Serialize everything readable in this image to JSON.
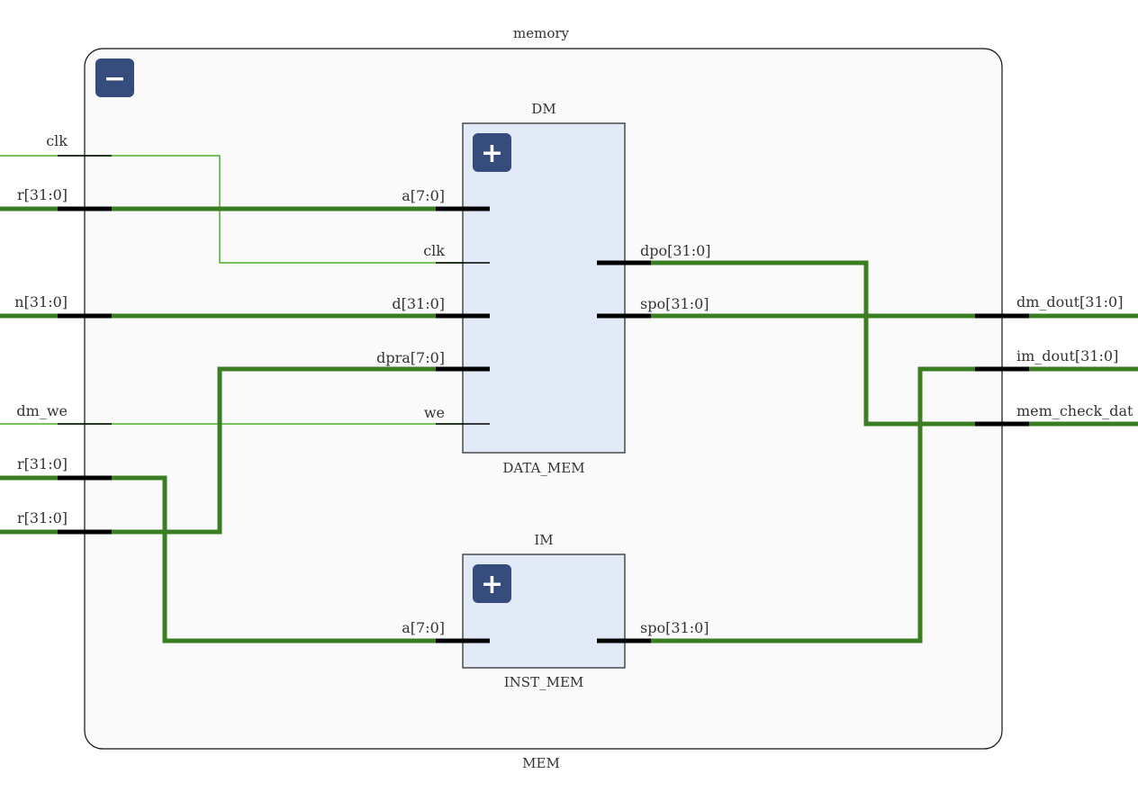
{
  "outer": {
    "title": "memory",
    "name": "MEM",
    "collapse_symbol": "−"
  },
  "dm": {
    "title": "DM",
    "name": "DATA_MEM",
    "expand_symbol": "+",
    "ports_in": [
      "a[7:0]",
      "clk",
      "d[31:0]",
      "dpra[7:0]",
      "we"
    ],
    "ports_out": [
      "dpo[31:0]",
      "spo[31:0]"
    ]
  },
  "im": {
    "title": "IM",
    "name": "INST_MEM",
    "expand_symbol": "+",
    "ports_in": [
      "a[7:0]"
    ],
    "ports_out": [
      "spo[31:0]"
    ]
  },
  "left_ports": [
    "clk",
    "r[31:0]",
    "n[31:0]",
    "dm_we",
    "r[31:0]",
    "r[31:0]"
  ],
  "right_ports": [
    "dm_dout[31:0]",
    "im_dout[31:0]",
    "mem_check_dat"
  ],
  "colors": {
    "bus": "#3a7d22",
    "wire": "#4caf2a",
    "pin": "#000000",
    "block_fill": "#e1eaf6",
    "outer_fill": "#fafafa",
    "button": "#354c7c"
  }
}
